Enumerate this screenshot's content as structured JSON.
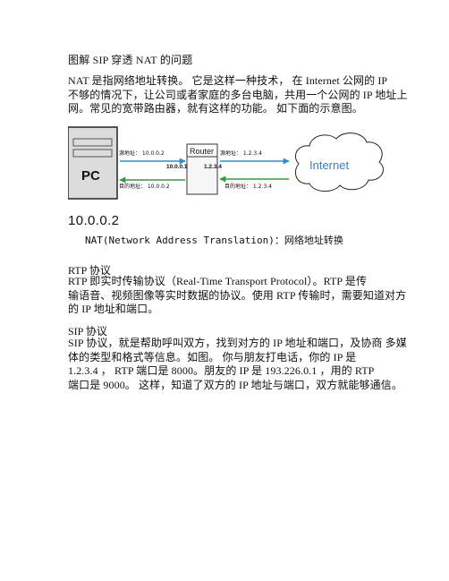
{
  "title": "图解 SIP 穿透 NAT 的问题",
  "intro": {
    "line1": "NAT 是指网络地址转换。 它是这样一种技术， 在 Internet 公网的 IP",
    "line2": "不够的情况下，让公司或者家庭的多台电脑，共用一个公网的 IP 地址上",
    "line3": "网。常见的宽带路由器，就有这样的功能。 如下面的示意图。"
  },
  "diagram": {
    "pc_label": "PC",
    "router_label": "Router",
    "router_lan_ip": "10.0.0.1",
    "router_wan_ip": "1.2.3.4",
    "src_left": "源地址： 10.0.0.2",
    "dst_left": "目的地址： 10.0.0.2",
    "src_right": "源地址： 1.2.3.4",
    "dst_right": "目的地址： 1.2.3.4",
    "internet_label": "Internet"
  },
  "caption_ip": "10.0.0.2",
  "caption_nat": "NAT(Network Address Translation)：网络地址转换",
  "rtp": {
    "heading": "RTP 协议",
    "line1": "RTP 即实时传输协议（Real-Time Transport Protocol）。RTP 是传",
    "line2": "输语音、视频图像等实时数据的协议。使用 RTP 传输时，需要知道对方",
    "line3": "的 IP 地址和端口。"
  },
  "sip": {
    "heading": "SIP 协议",
    "line1": "SIP 协议，就是帮助呼叫双方，找到对方的 IP 地址和端口，及协商 多媒",
    "line2": "体的类型和格式等信息。如图。 你与朋友打电话，你的 IP 是",
    "line3": "1.2.3.4 ， RTP 端口是 8000。朋友的 IP 是 193.226.0.1 ，用的 RTP",
    "line4": "端口是 9000。 这样，知道了双方的 IP 地址与端口，双方就能够通信。"
  },
  "colors": {
    "arrow_green": "#2e9e3e",
    "arrow_blue": "#2a8fc9",
    "internet_text": "#3a7fc4",
    "pc_fill": "#dcdcdc",
    "pc_border": "#222222"
  }
}
